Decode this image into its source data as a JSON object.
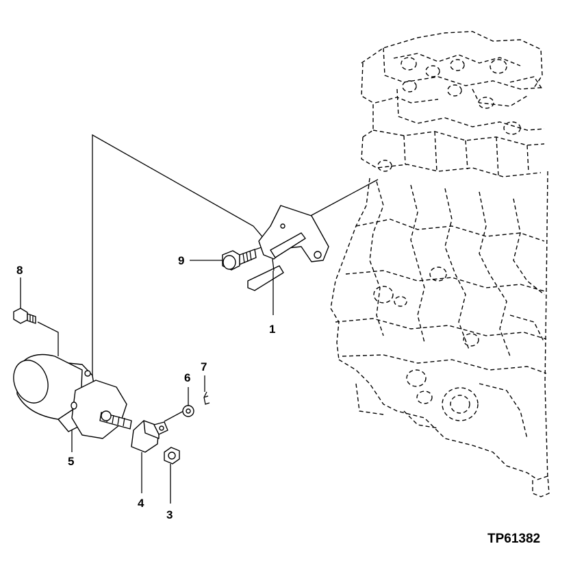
{
  "callouts": {
    "c1": "1",
    "c3": "3",
    "c4": "4",
    "c5": "5",
    "c6": "6",
    "c7": "7",
    "c8": "8",
    "c9": "9"
  },
  "figure_id": "TP61382",
  "ink_color": "#000000",
  "background_color": "#ffffff"
}
